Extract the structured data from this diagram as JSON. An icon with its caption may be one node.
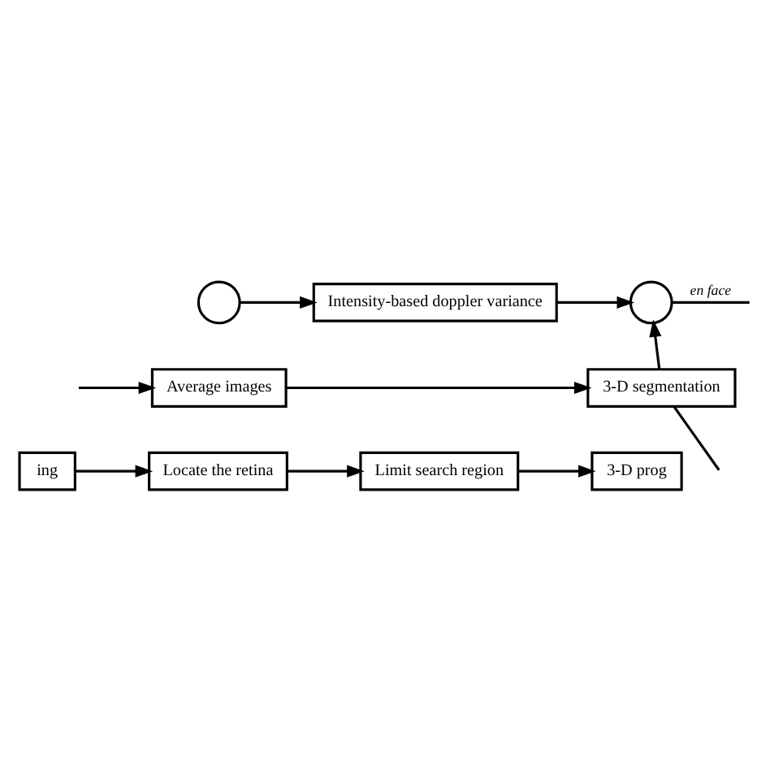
{
  "diagram": {
    "nodes": [
      {
        "text": [],
        "shape": "circle"
      },
      {
        "text": [
          "Intensity-based doppler variance"
        ]
      },
      {
        "text": [],
        "shape": "circle"
      },
      {
        "text": [
          "Average images"
        ]
      },
      {
        "text": [
          "3-D segmentation"
        ]
      },
      {
        "text": [
          "ing"
        ]
      },
      {
        "text": [
          "Locate the retina"
        ]
      },
      {
        "text": [
          "Limit search region"
        ]
      },
      {
        "text": [
          "3-D prog"
        ]
      }
    ],
    "edges": [
      {
        "from": 0,
        "to": 1,
        "arrow": "to"
      },
      {
        "from": 1,
        "to": 2,
        "arrow": "to"
      },
      {
        "from": 2,
        "to": null,
        "arrow": "none",
        "label": "en face"
      },
      {
        "from": null,
        "to": 3,
        "arrow": "to"
      },
      {
        "from": 3,
        "to": 4,
        "arrow": "to"
      },
      {
        "from": 4,
        "to": 2,
        "arrow": "to"
      },
      {
        "from": 4,
        "to": null,
        "arrow": "none"
      },
      {
        "from": 5,
        "to": 6,
        "arrow": "to"
      },
      {
        "from": 6,
        "to": 7,
        "arrow": "to"
      },
      {
        "from": 7,
        "to": 8,
        "arrow": "to"
      }
    ]
  }
}
